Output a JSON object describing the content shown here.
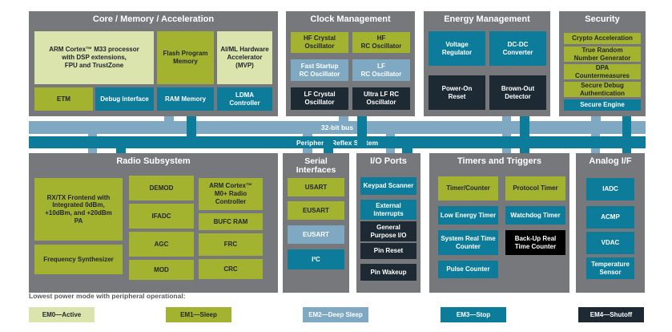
{
  "colors": {
    "panel": "#77787b",
    "em0": "#dce4ad",
    "em1": "#a4b32f",
    "em2": "#7fa8c2",
    "em3": "#0d7c9b",
    "em4": "#1d2a33",
    "black": "#000000",
    "darktext": "#20262c",
    "legendtext": "#58595b"
  },
  "buses": {
    "main": "32-bit bus",
    "prs": "Peripheral Reflex System"
  },
  "sections": {
    "core": {
      "title": "Core / Memory / Acceleration",
      "blocks": {
        "arm": "ARM Cortex™ M33 processor\nwith DSP extensions,\nFPU and TrustZone",
        "flash": "Flash Program\nMemory",
        "aiml": "AI/ML Hardware\nAccelerator\n(MVP)",
        "etm": "ETM",
        "debug": "Debug Interface",
        "ram": "RAM Memory",
        "ldma": "LDMA\nController"
      }
    },
    "clock": {
      "title": "Clock Management",
      "blocks": {
        "hfxo": "HF Crystal\nOscillator",
        "hfrco": "HF\nRC Oscillator",
        "fsrco": "Fast Startup\nRC Oscillator",
        "lfrco": "LF\nRC Oscillator",
        "lfxo": "LF Crystal\nOscillator",
        "ulfrco": "Ultra LF RC\nOscillator"
      }
    },
    "energy": {
      "title": "Energy Management",
      "blocks": {
        "vreg": "Voltage\nRegulator",
        "dcdc": "DC-DC\nConverter",
        "por": "Power-On\nReset",
        "bod": "Brown-Out\nDetector"
      }
    },
    "security": {
      "title": "Security",
      "blocks": {
        "crypto": "Crypto Acceleration",
        "trng": "True Random\nNumber Generator",
        "dpa": "DPA\nCountermeasures",
        "sda": "Secure Debug\nAuthentication",
        "se": "Secure Engine"
      }
    },
    "radio": {
      "title": "Radio Subsystem",
      "blocks": {
        "frontend": "RX/TX Frontend with\nIntegrated 0dBm,\n+10dBm, and +20dBm\nPA",
        "freqsynth": "Frequency Synthesizer",
        "demod": "DEMOD",
        "ifadc": "IFADC",
        "agc": "AGC",
        "mod": "MOD",
        "m0": "ARM Cortex™\nM0+ Radio\nController",
        "bufc": "BUFC RAM",
        "frc": "FRC",
        "crc": "CRC"
      }
    },
    "serial": {
      "title": "Serial\nInterfaces",
      "blocks": {
        "usart": "USART",
        "eusart1": "EUSART",
        "eusart2": "EUSART",
        "i2c": "I²C"
      }
    },
    "io": {
      "title": "I/O Ports",
      "blocks": {
        "keypad": "Keypad Scanner",
        "extint": "External\nInterrupts",
        "gpio": "General\nPurpose I/O",
        "pinreset": "Pin Reset",
        "pinwake": "Pin Wakeup"
      }
    },
    "timers": {
      "title": "Timers and Triggers",
      "blocks": {
        "timer": "Timer/Counter",
        "prot": "Protocol Timer",
        "letimer": "Low Energy Timer",
        "wdog": "Watchdog Timer",
        "sysrtc": "System Real Time\nCounter",
        "burtc": "Back-Up Real\nTime Counter",
        "pcnt": "Pulse Counter"
      }
    },
    "analog": {
      "title": "Analog I/F",
      "blocks": {
        "iadc": "IADC",
        "acmp": "ACMP",
        "vdac": "VDAC",
        "temp": "Temperature\nSensor"
      }
    }
  },
  "legend": {
    "title": "Lowest power mode with peripheral operational:",
    "items": [
      {
        "id": "em0",
        "label": "EM0—Active"
      },
      {
        "id": "em1",
        "label": "EM1—Sleep"
      },
      {
        "id": "em2",
        "label": "EM2—Deep Sleep"
      },
      {
        "id": "em3",
        "label": "EM3—Stop"
      },
      {
        "id": "em4",
        "label": "EM4—Shutoff"
      }
    ]
  }
}
